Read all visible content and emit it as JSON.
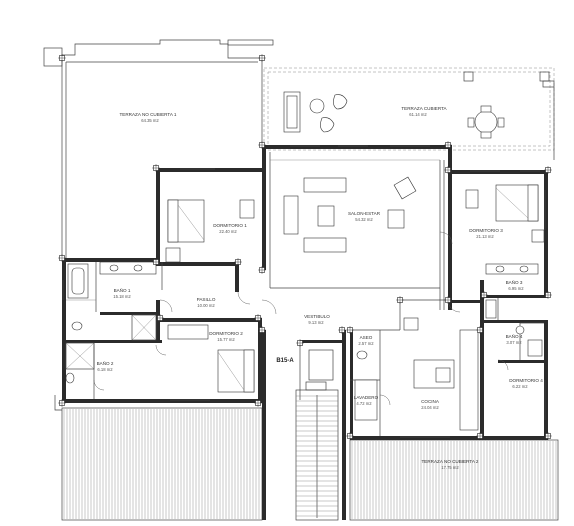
{
  "rooms": {
    "terraza_no_cubierta_1": {
      "name": "TERRAZA NO CUBIERTA 1",
      "area": "64.35 m2"
    },
    "terraza_cubierta": {
      "name": "TERRAZA CUBIERTA",
      "area": "61.14 m2"
    },
    "dormitorio_1": {
      "name": "DORMITORIO 1",
      "area": "22.40 m2"
    },
    "salon_estar": {
      "name": "SALON-ESTAR",
      "area": "54.32 m2"
    },
    "dormitorio_3": {
      "name": "DORMITORIO 3",
      "area": "21.13 m2"
    },
    "bano_1": {
      "name": "BAÑO 1",
      "area": "15.18 m2"
    },
    "pasillo": {
      "name": "PASILLO",
      "area": "10.00 m2"
    },
    "vestibulo": {
      "name": "VESTIBULO",
      "area": "9.13 m2"
    },
    "bano_3": {
      "name": "BAÑO 3",
      "area": "6.95 m2"
    },
    "bano_2": {
      "name": "BAÑO 2",
      "area": "6.18 m2"
    },
    "dormitorio_2": {
      "name": "DORMITORIO 2",
      "area": "15.77 m2"
    },
    "aseo": {
      "name": "ASEO",
      "area": "2.57 m2"
    },
    "bano_4": {
      "name": "BAÑO 4",
      "area": "3.07 m2"
    },
    "dormitorio_4": {
      "name": "DORMITORIO 4",
      "area": "6.22 m2"
    },
    "lavadero": {
      "name": "LAVADERO",
      "area": "4.72 m2"
    },
    "cocina": {
      "name": "COCINA",
      "area": "24.04 m2"
    },
    "terraza_no_cubierta_2": {
      "name": "TERRAZA NO CUBIERTA 2",
      "area": "17.75 m2"
    }
  },
  "unit_code": "B15-A"
}
